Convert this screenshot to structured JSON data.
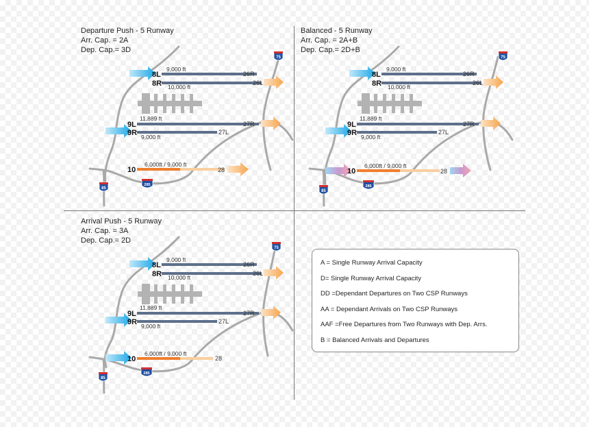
{
  "panels": [
    {
      "title": "Departure Push - 5 Runway",
      "arr_cap": "Arr. Cap. = 2A",
      "dep_cap": "Dep. Cap.= 3D",
      "shields": {
        "i75": "75",
        "i85": "85",
        "i285": "285"
      },
      "runways": {
        "r8l": {
          "name": "8L",
          "length": "9,000 ft",
          "end": "26R"
        },
        "r8r": {
          "name": "8R",
          "length": "10,000 ft",
          "end": "26L"
        },
        "r9l": {
          "name": "9L",
          "length": "11,889 ft",
          "end": "27R"
        },
        "r9r": {
          "name": "9R",
          "length": "9,000 ft",
          "end": "27L"
        },
        "r10": {
          "name": "10",
          "length": "6,000ft / 9,000 ft",
          "end": "28"
        }
      }
    },
    {
      "title": "Balanced - 5 Runway",
      "arr_cap": "Arr. Cap. = 2A+B",
      "dep_cap": "Dep. Cap.= 2D+B",
      "shields": {
        "i75": "75",
        "i85": "85",
        "i285": "285"
      },
      "runways": {
        "r8l": {
          "name": "8L",
          "length": "9,000 ft",
          "end": "26R"
        },
        "r8r": {
          "name": "8R",
          "length": "10,000 ft",
          "end": "26L"
        },
        "r9l": {
          "name": "9L",
          "length": "11,889 ft",
          "end": "27R"
        },
        "r9r": {
          "name": "9R",
          "length": "9,000 ft",
          "end": "27L"
        },
        "r10": {
          "name": "10",
          "length": "6,000ft / 9,000 ft",
          "end": "28"
        }
      }
    },
    {
      "title": "Arrival Push - 5 Runway",
      "arr_cap": "Arr. Cap. = 3A",
      "dep_cap": "Dep. Cap.= 2D",
      "shields": {
        "i75": "75",
        "i85": "85",
        "i285": "285"
      },
      "runways": {
        "r8l": {
          "name": "8L",
          "length": "9,000 ft",
          "end": "26R"
        },
        "r8r": {
          "name": "8R",
          "length": "10,000 ft",
          "end": "26L"
        },
        "r9l": {
          "name": "9L",
          "length": "11,889 ft",
          "end": "27R"
        },
        "r9r": {
          "name": "9R",
          "length": "9,000 ft",
          "end": "27L"
        },
        "r10": {
          "name": "10",
          "length": "6,000ft / 9,000 ft",
          "end": "28"
        }
      }
    }
  ],
  "legend": {
    "items": [
      "A = Single Runway Arrival Capacity",
      "D= Single Runway Arrival Capacity",
      "DD =Dependant Departures on Two CSP Runways",
      "AA = Dependant Arrivals on Two CSP  Runways",
      "AAF =Free Departures from Two Runways with Dep. Arrs.",
      "B = Balanced Arrivals and Departures"
    ]
  },
  "colors": {
    "runway": "#5d6f8a",
    "road": "#a9a9a9",
    "terminal": "#b3b3b3",
    "arrival_arrow": "#1ea7e6",
    "departure_arrow": "#f6a64f",
    "balanced_arrow": "#c79ad0",
    "runway10_short": "#ef7f2f",
    "runway10_long": "#f9cfa0"
  }
}
